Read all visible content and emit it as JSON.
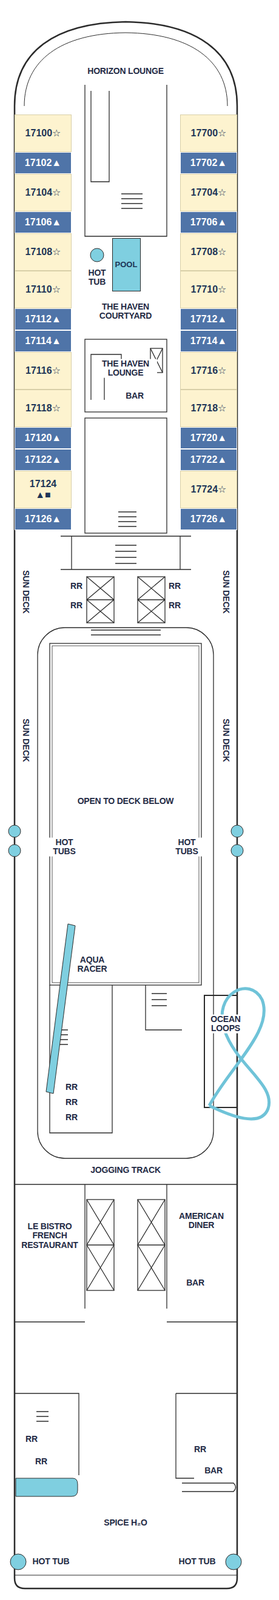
{
  "diagram": {
    "nodes": [
      {
        "text": [
          "17100☆"
        ]
      },
      {
        "text": [
          "17700☆"
        ]
      },
      {
        "text": [
          "17102▲"
        ]
      },
      {
        "text": [
          "17702▲"
        ]
      },
      {
        "text": [
          "17104☆"
        ]
      },
      {
        "text": [
          "17704☆"
        ]
      },
      {
        "text": [
          "17106▲"
        ]
      },
      {
        "text": [
          "17706▲"
        ]
      },
      {
        "text": [
          "17108☆"
        ]
      },
      {
        "text": [
          "17708☆"
        ]
      },
      {
        "text": [
          "POOL"
        ]
      },
      {
        "text": [
          "17110☆"
        ]
      },
      {
        "text": [
          "17710☆"
        ]
      },
      {
        "text": [
          "17112▲"
        ]
      },
      {
        "text": [
          "17712▲"
        ]
      },
      {
        "text": [
          "17114▲"
        ]
      },
      {
        "text": [
          "17714▲"
        ]
      },
      {
        "text": [
          "17116☆"
        ]
      },
      {
        "text": [
          "17716☆"
        ]
      },
      {
        "text": [
          "17118☆"
        ]
      },
      {
        "text": [
          "17718☆"
        ]
      },
      {
        "text": [
          "17120▲"
        ]
      },
      {
        "text": [
          "17720▲"
        ]
      },
      {
        "text": [
          "17122▲"
        ]
      },
      {
        "text": [
          "17722▲"
        ]
      },
      {
        "text": [
          "17124 ▲■"
        ]
      },
      {
        "text": [
          "17724☆"
        ]
      },
      {
        "text": [
          "17126▲"
        ]
      },
      {
        "text": [
          "17726▲"
        ]
      }
    ],
    "labels": [
      "HORIZON LOUNGE",
      "HOT TUB",
      "THE HAVEN COURTYARD",
      "THE HAVEN LOUNGE",
      "BAR",
      "SUN DECK",
      "SUN DECK",
      "RR",
      "RR",
      "RR",
      "RR",
      "SUN DECK",
      "SUN DECK",
      "OPEN TO DECK BELOW",
      "HOT TUBS",
      "HOT TUBS",
      "AQUA RACER",
      "RR",
      "RR",
      "RR",
      "OCEAN LOOPS",
      "JOGGING TRACK",
      "LE BISTRO FRENCH RESTAURANT",
      "AMERICAN DINER",
      "BAR",
      "RR",
      "RR",
      "RR",
      "BAR",
      "SPICE H₂O",
      "HOT TUB",
      "HOT TUB"
    ]
  }
}
